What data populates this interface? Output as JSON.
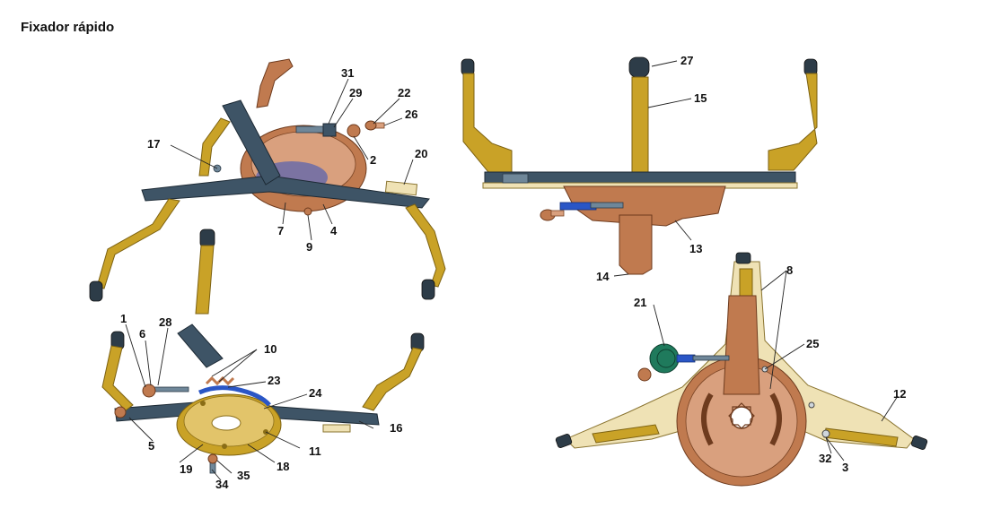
{
  "title": "Fixador rápido",
  "labels": {
    "l1": "1",
    "l2": "2",
    "l3": "3",
    "l4": "4",
    "l5": "5",
    "l6": "6",
    "l7": "7",
    "l8": "8",
    "l9": "9",
    "l10": "10",
    "l11": "11",
    "l12": "12",
    "l13": "13",
    "l14": "14",
    "l15": "15",
    "l16": "16",
    "l17": "17",
    "l18": "18",
    "l19": "19",
    "l20": "20",
    "l21": "21",
    "l22": "22",
    "l23": "23",
    "l24": "24",
    "l25": "25",
    "l26": "26",
    "l27": "27",
    "l28": "28",
    "l29": "29",
    "l31": "31",
    "l32": "32",
    "l34": "34",
    "l35": "35"
  },
  "colors": {
    "gold": "#c9a227",
    "copper": "#c07a4f",
    "steel": "#3e5466",
    "green": "#1f7a5c"
  }
}
